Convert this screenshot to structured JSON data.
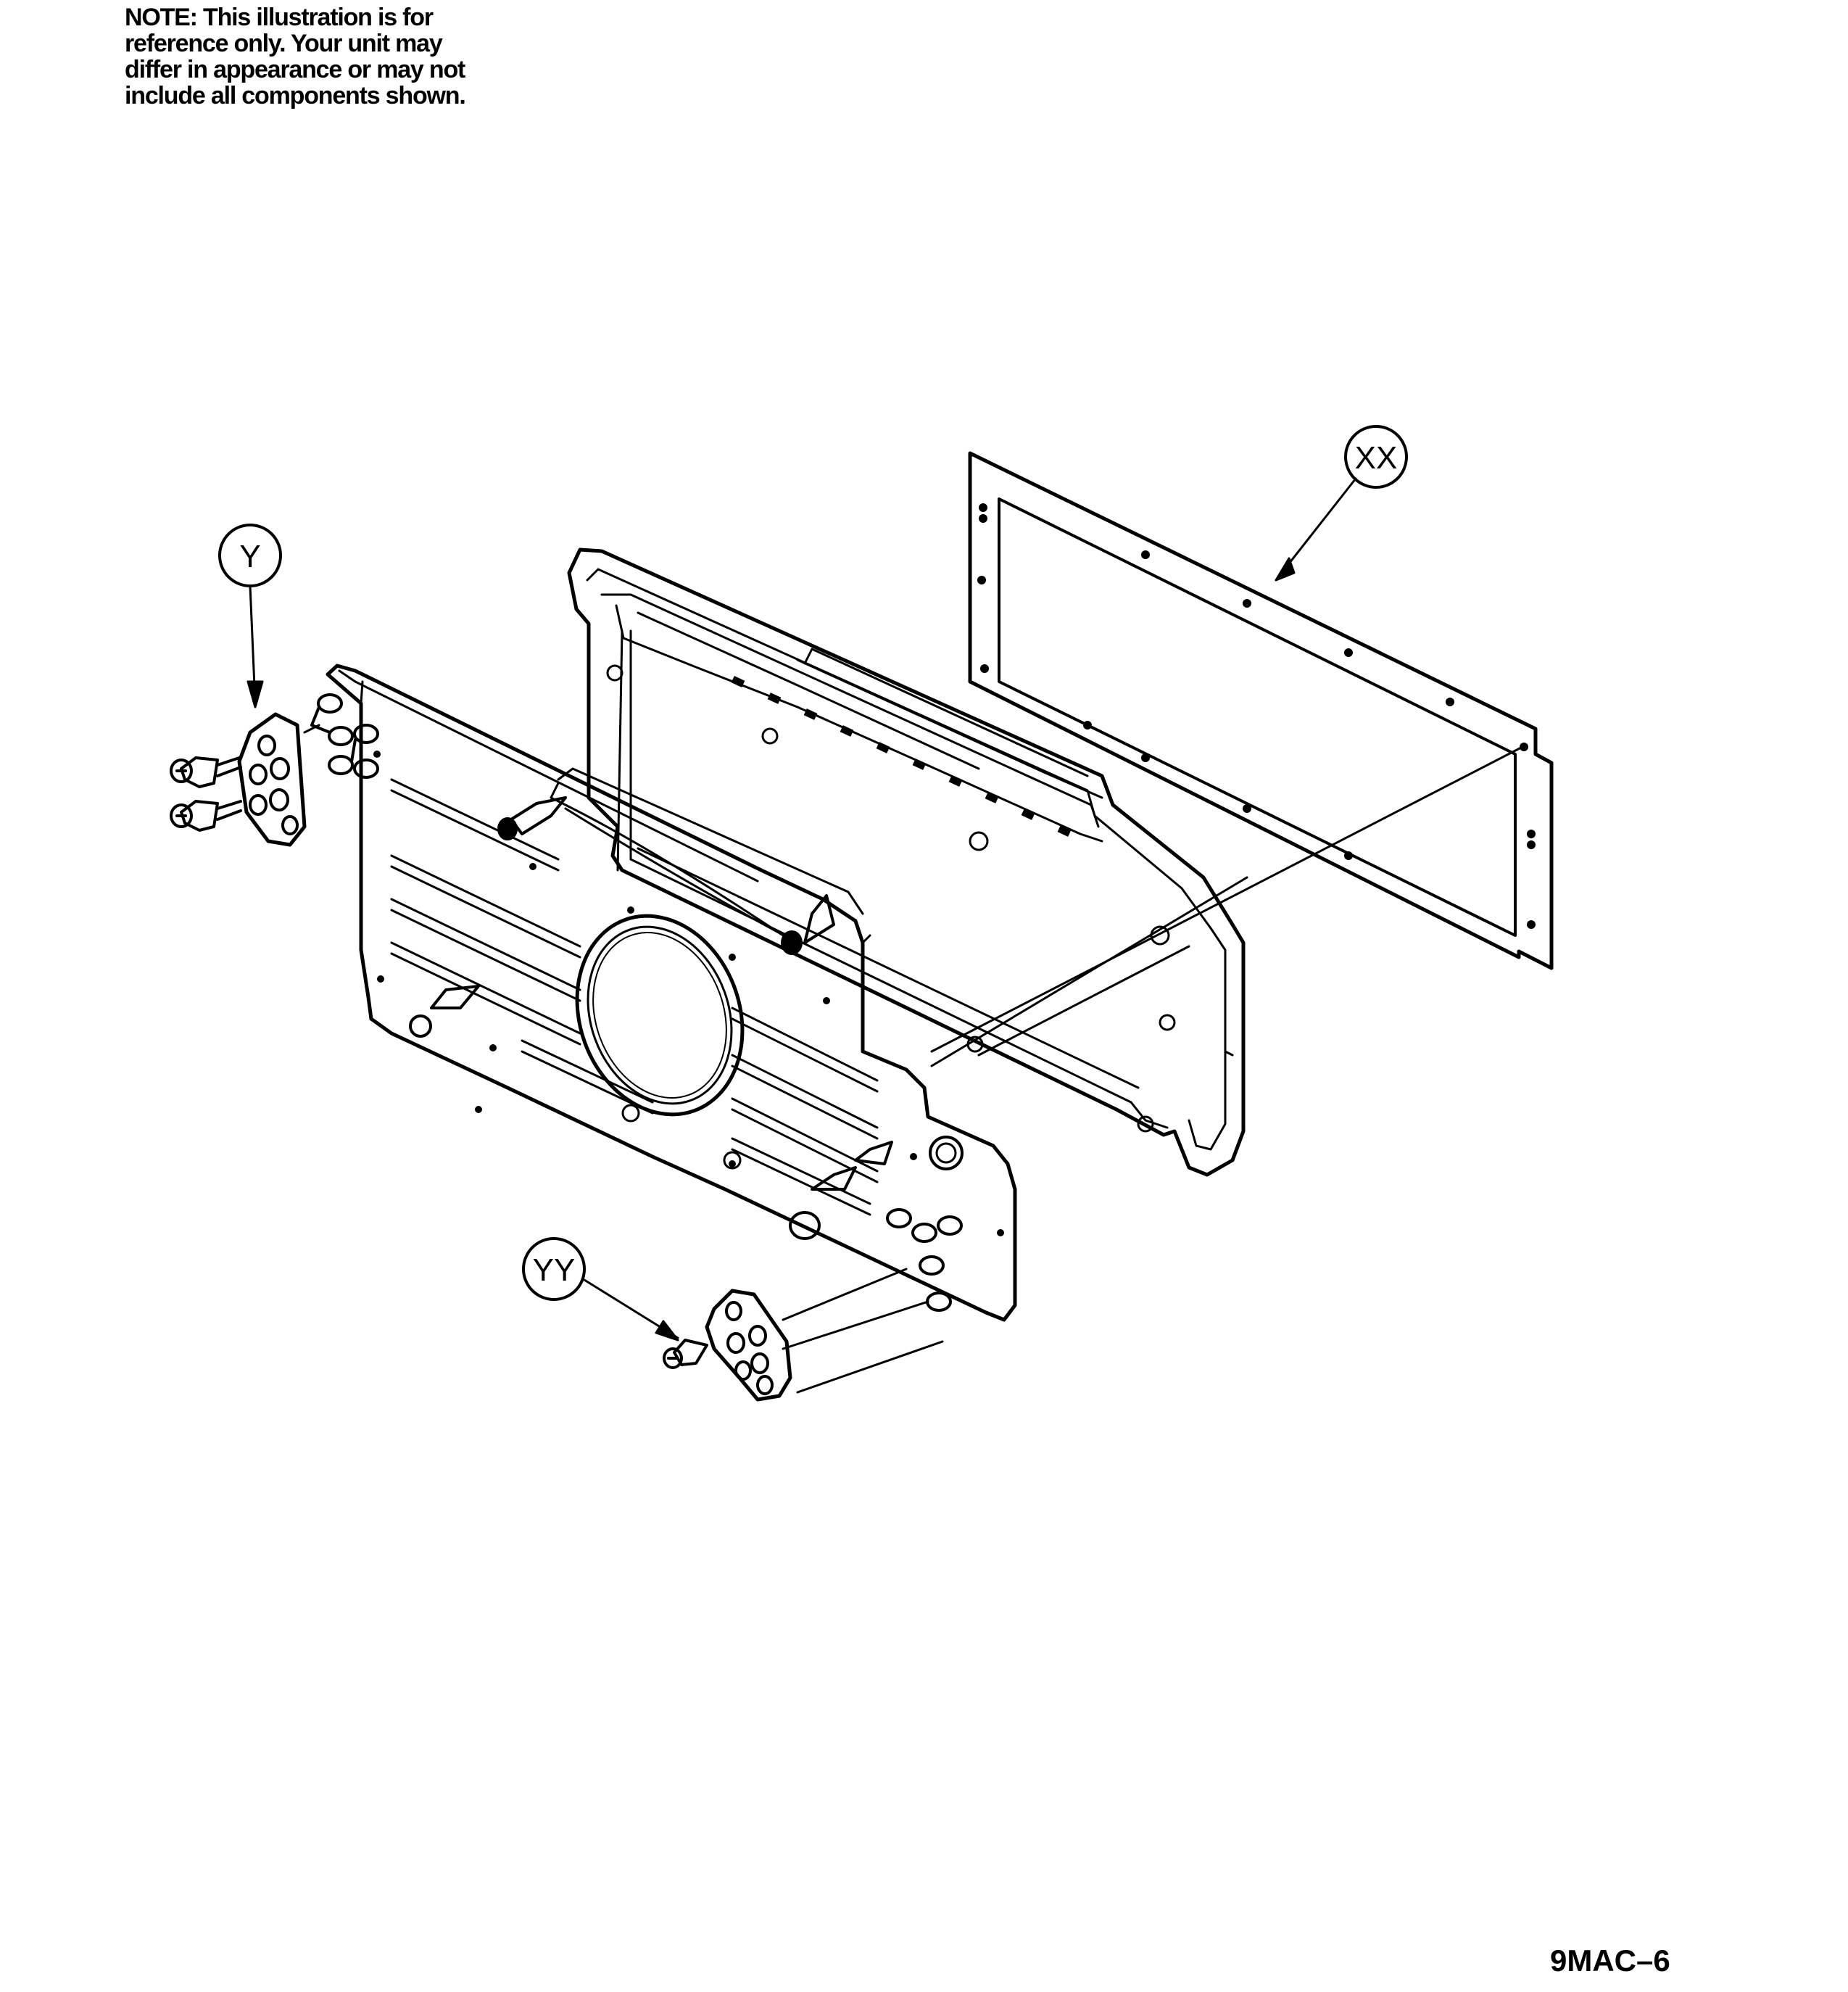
{
  "note": {
    "lines": [
      "NOTE: This illustration is for",
      "reference only. Your unit may",
      "differ in appearance or may not",
      "include all components shown."
    ]
  },
  "callouts": {
    "xx": "XX",
    "y": "Y",
    "yy": "YY"
  },
  "figure_code": "9MAC–6"
}
